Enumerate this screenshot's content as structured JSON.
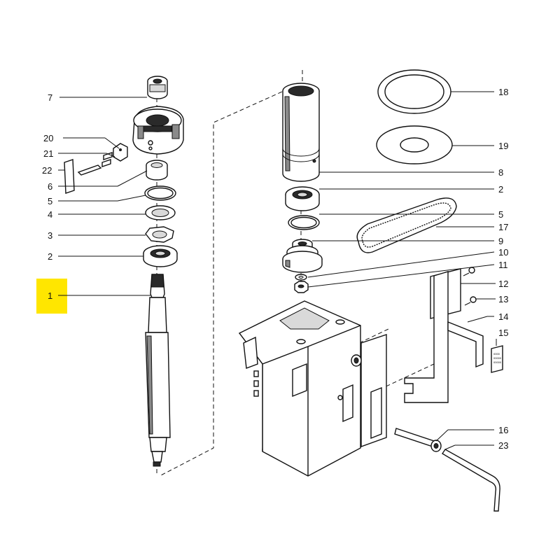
{
  "highlight_color": "#ffe600",
  "callouts": [
    {
      "id": "7",
      "text": "7"
    },
    {
      "id": "20",
      "text": "20"
    },
    {
      "id": "21",
      "text": "21"
    },
    {
      "id": "22",
      "text": "22"
    },
    {
      "id": "6",
      "text": "6"
    },
    {
      "id": "5L",
      "text": "5"
    },
    {
      "id": "4",
      "text": "4"
    },
    {
      "id": "3",
      "text": "3"
    },
    {
      "id": "2L",
      "text": "2"
    },
    {
      "id": "1",
      "text": "1"
    },
    {
      "id": "18",
      "text": "18"
    },
    {
      "id": "19",
      "text": "19"
    },
    {
      "id": "8",
      "text": "8"
    },
    {
      "id": "2R",
      "text": "2"
    },
    {
      "id": "5R",
      "text": "5"
    },
    {
      "id": "17",
      "text": "17"
    },
    {
      "id": "9",
      "text": "9"
    },
    {
      "id": "10",
      "text": "10"
    },
    {
      "id": "11",
      "text": "11"
    },
    {
      "id": "12",
      "text": "12"
    },
    {
      "id": "13",
      "text": "13"
    },
    {
      "id": "14",
      "text": "14"
    },
    {
      "id": "15",
      "text": "15"
    },
    {
      "id": "16",
      "text": "16"
    },
    {
      "id": "23",
      "text": "23"
    }
  ]
}
